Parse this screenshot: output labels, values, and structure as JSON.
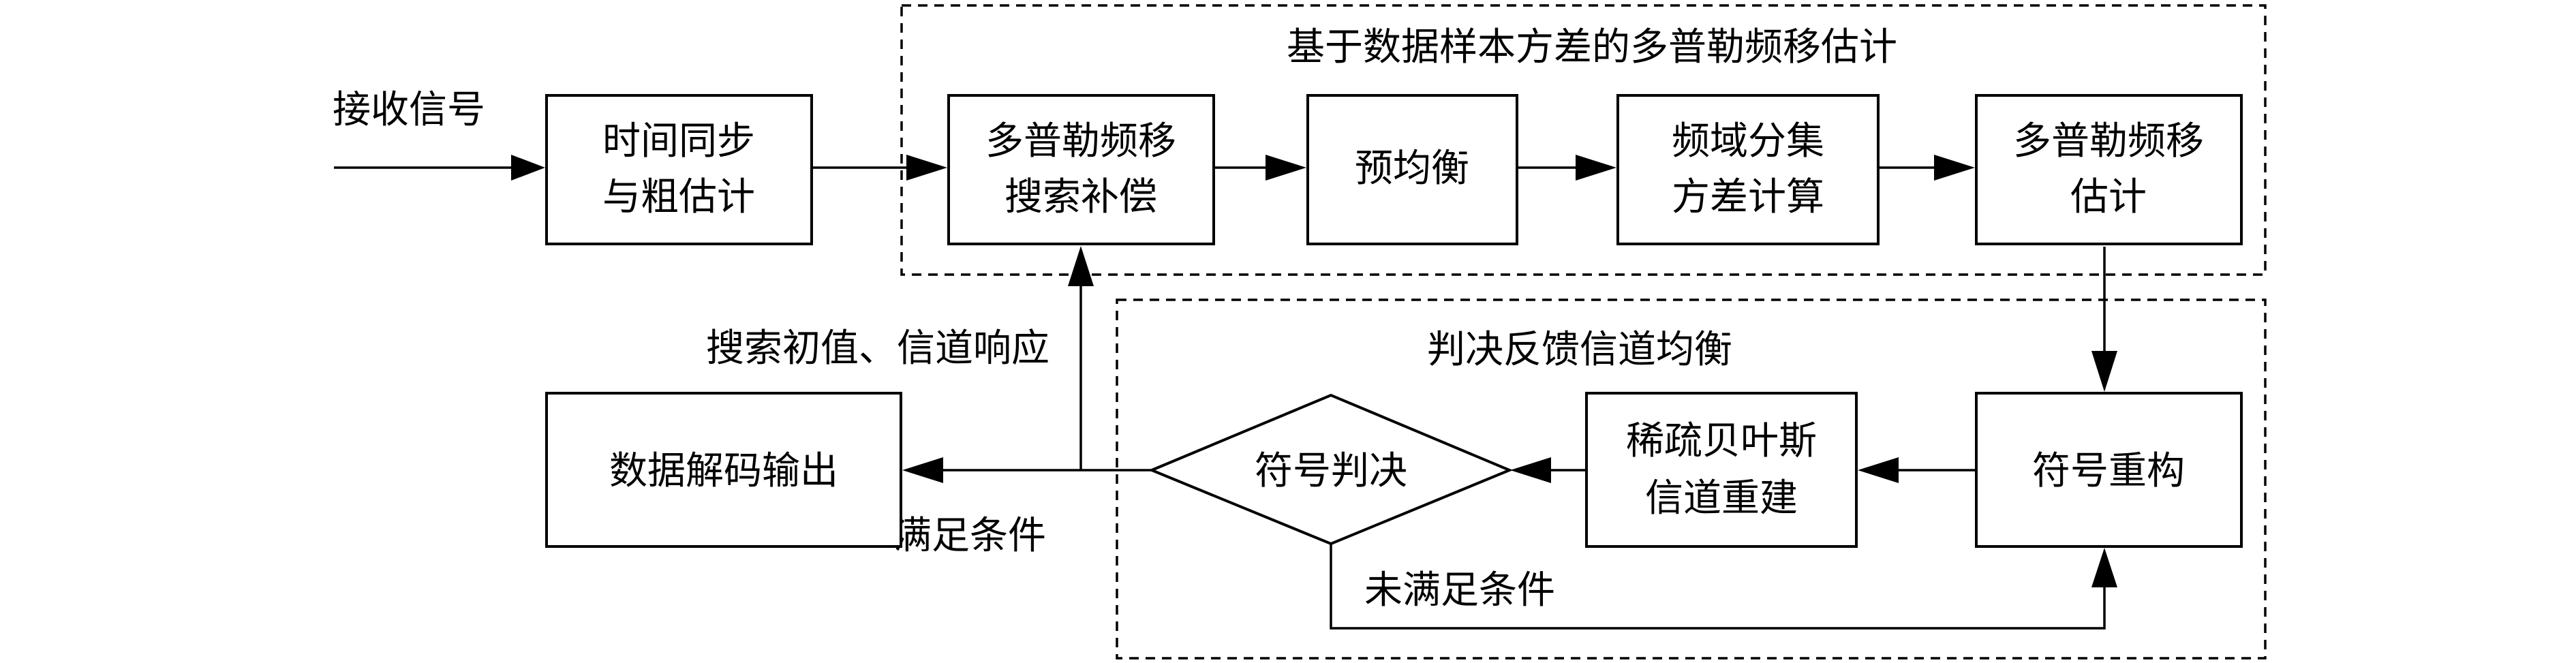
{
  "labels": {
    "input": "接收信号",
    "doppler_group_title": "基于数据样本方差的多普勒频移估计",
    "dfe_group_title": "判决反馈信道均衡",
    "search_init": "搜索初值、信道响应",
    "satisfied": "满足条件",
    "not_satisfied": "未满足条件"
  },
  "blocks": {
    "sync": [
      "时间同步",
      "与粗估计"
    ],
    "search": [
      "多普勒频移",
      "搜索补偿"
    ],
    "pre_eq": [
      "预均衡"
    ],
    "variance": [
      "频域分集",
      "方差计算"
    ],
    "estimate": [
      "多普勒频移",
      "估计"
    ],
    "reconstruct": [
      "符号重构"
    ],
    "sparse": [
      "稀疏贝叶斯",
      "信道重建"
    ],
    "decision": [
      "符号判决"
    ],
    "output": [
      "数据解码输出"
    ]
  }
}
